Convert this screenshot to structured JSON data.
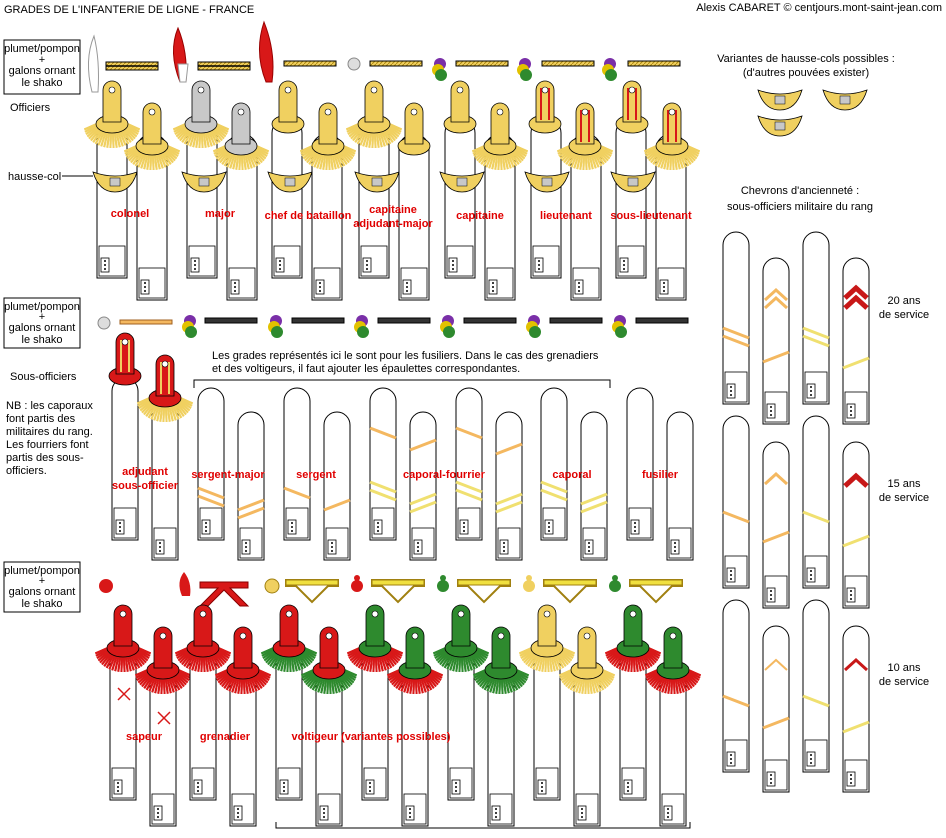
{
  "title": "GRADES DE L'INFANTERIE DE LIGNE - FRANCE",
  "credit": "Alexis CABARET © centjours.mont-saint-jean.com",
  "shako_note": [
    "plumet/pompon",
    "+",
    "galons ornant",
    "le shako"
  ],
  "sections": {
    "officiers": "Officiers",
    "sous_officiers": "Sous-officiers",
    "hausse_col": "hausse-col"
  },
  "officer_ranks": [
    {
      "lines": [
        "colonel"
      ]
    },
    {
      "lines": [
        "major"
      ]
    },
    {
      "lines": [
        "chef de bataillon"
      ]
    },
    {
      "lines": [
        "capitaine",
        "adjudant-major"
      ]
    },
    {
      "lines": [
        "capitaine"
      ]
    },
    {
      "lines": [
        "lieutenant"
      ]
    },
    {
      "lines": [
        "sous-lieutenant"
      ]
    }
  ],
  "nco_ranks": [
    {
      "lines": [
        "adjudant",
        "sous-officier"
      ]
    },
    {
      "lines": [
        "sergent-major"
      ]
    },
    {
      "lines": [
        "sergent"
      ]
    },
    {
      "lines": [
        "caporal-fourrier"
      ]
    },
    {
      "lines": [
        "caporal"
      ]
    },
    {
      "lines": [
        "fusilier"
      ]
    }
  ],
  "elite_ranks": [
    {
      "lines": [
        "sapeur"
      ]
    },
    {
      "lines": [
        "grenadier"
      ]
    },
    {
      "lines": [
        "voltigeur (variantes possibles)"
      ]
    }
  ],
  "notes": {
    "fusiliers": [
      "Les grades représentés ici le sont pour les fusiliers. Dans le cas des grenadiers",
      "et des voltigeurs, il faut ajouter les épaulettes correspondantes."
    ],
    "nb": [
      "NB : les caporaux",
      "font partis des",
      "militaires du rang.",
      "Les fourriers font",
      "partis des sous-",
      "officiers."
    ]
  },
  "hausse_cols": {
    "title": [
      "Variantes de hausse-cols possibles :",
      "(d'autres pouvées exister)"
    ]
  },
  "chevrons": {
    "title": [
      "Chevrons d'ancienneté :",
      "sous-officiers   militaire du rang"
    ],
    "rows": [
      {
        "lines": [
          "20 ans",
          "de service"
        ]
      },
      {
        "lines": [
          "15 ans",
          "de service"
        ]
      },
      {
        "lines": [
          "10 ans",
          "de service"
        ]
      }
    ]
  },
  "colors": {
    "gold": "#f0d060",
    "gold_dark": "#b08a10",
    "silver": "#c8c8c8",
    "red": "#d81818",
    "green": "#2e8a2e",
    "rank_text": "#e00000",
    "chevron_orange": "#f4b860",
    "chevron_yellow": "#f0e070",
    "chevron_red": "#c81818"
  }
}
